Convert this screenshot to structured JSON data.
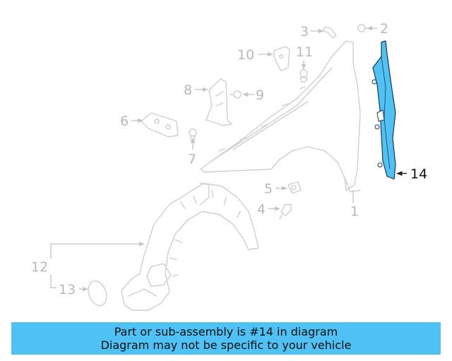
{
  "diagram": {
    "callouts": {
      "c1": "1",
      "c2": "2",
      "c3": "3",
      "c4": "4",
      "c5": "5",
      "c6": "6",
      "c7": "7",
      "c8": "8",
      "c9": "9",
      "c10": "10",
      "c11": "11",
      "c12": "12",
      "c13": "13",
      "c14": "14"
    },
    "highlight_color": "#4fc1f5"
  },
  "banner": {
    "line1": "Part or sub-assembly is #14 in diagram",
    "line2": "Diagram may not be specific to your vehicle",
    "color": "#4fc1f5"
  }
}
